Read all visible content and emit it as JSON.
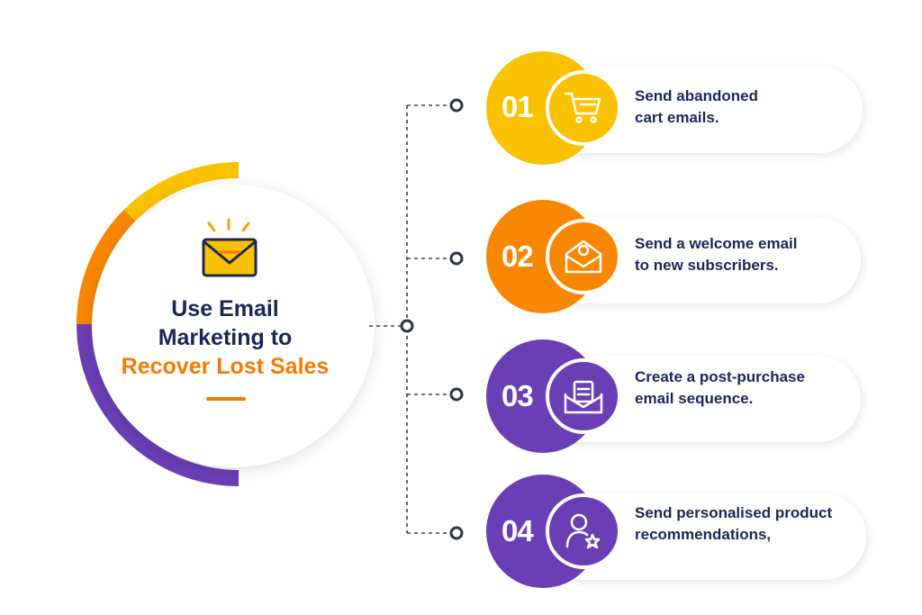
{
  "title": {
    "line1": "Use Email",
    "line2": "Marketing to",
    "line3": "Recover Lost Sales"
  },
  "colors": {
    "yellow": "#f8c200",
    "orange": "#f78700",
    "purple": "#6a3fb5",
    "navy": "#1d2557",
    "accent": "#f57a00"
  },
  "steps": [
    {
      "number": "01",
      "text_line1": "Send abandoned",
      "text_line2": "cart emails.",
      "icon": "cart-icon"
    },
    {
      "number": "02",
      "text_line1": "Send a welcome email",
      "text_line2": "to new subscribers.",
      "icon": "welcome-envelope-icon"
    },
    {
      "number": "03",
      "text_line1": "Create a post-purchase",
      "text_line2": "email sequence.",
      "icon": "clipboard-envelope-icon"
    },
    {
      "number": "04",
      "text_line1": "Send personalised product",
      "text_line2": "recommendations,",
      "icon": "user-star-icon"
    }
  ]
}
